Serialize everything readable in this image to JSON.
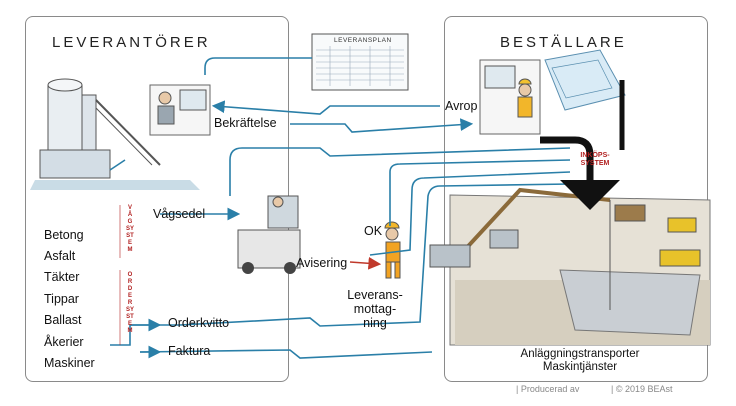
{
  "left": {
    "title": "LEVERANTÖRER",
    "suppliers": [
      "Betong",
      "Asfalt",
      "Täkter",
      "Tippar",
      "Ballast",
      "Åkerier",
      "Maskiner"
    ],
    "vagsystem": "VÅGSYSTEM",
    "ordersystem": "ORDERSYSTEM"
  },
  "right": {
    "title": "BESTÄLLARE",
    "site_label_line1": "Anläggningstransporter",
    "site_label_line2": "Maskintjänster"
  },
  "document": {
    "title": "LEVERANSPLAN"
  },
  "flows": {
    "bekraftelse": "Bekräftelse",
    "avrop": "Avrop",
    "vagsedel": "Vågsedel",
    "ok": "OK",
    "avisering": "Avisering",
    "leverans_line1": "Leverans-",
    "leverans_line2": "mottag-",
    "leverans_line3": "ning",
    "orderkvitto": "Orderkvitto",
    "faktura": "Faktura",
    "inkop_line1": "INKÖPS-",
    "inkop_line2": "SYSTEM"
  },
  "footer": {
    "produced": "| Producerad av",
    "copyright": "| © 2019 BEAst"
  },
  "colors": {
    "flow": "#2a7fa8",
    "accent": "#b22222",
    "panel_border": "#8a8a8a"
  }
}
